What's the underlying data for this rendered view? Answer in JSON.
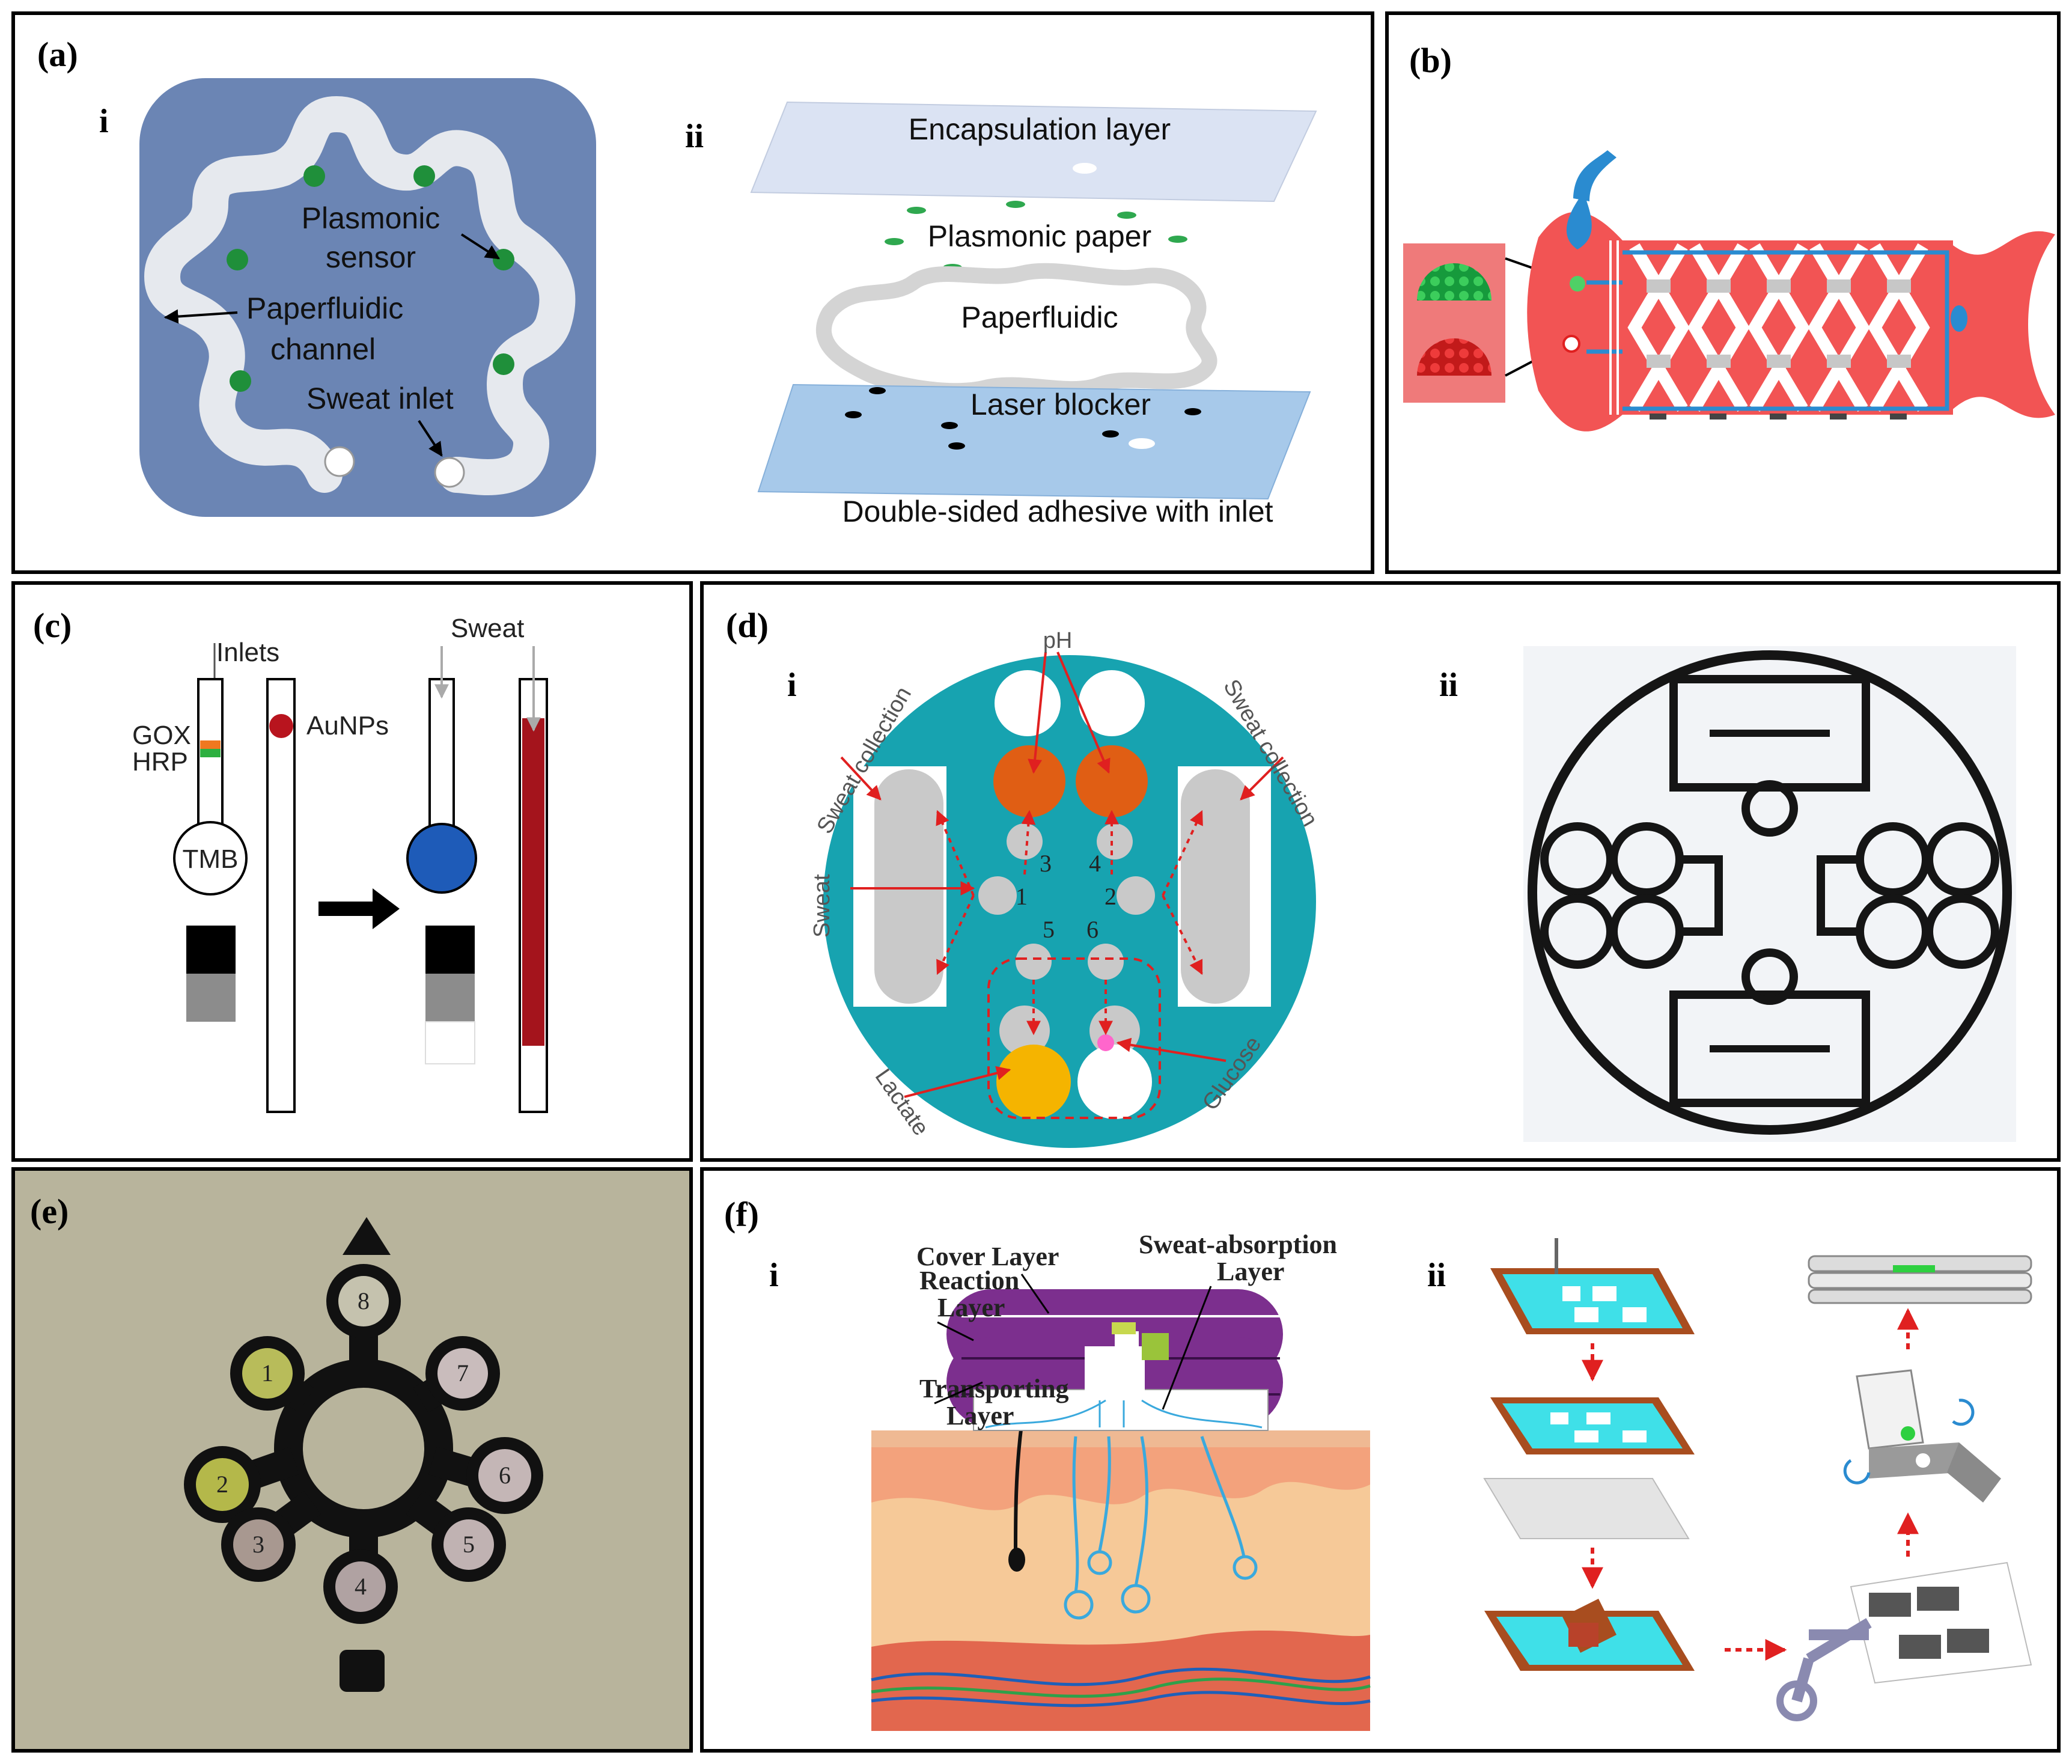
{
  "panels": {
    "a": {
      "label": "(a)",
      "sub_i": "i",
      "sub_ii": "ii",
      "plasmonic_sensor_l1": "Plasmonic",
      "plasmonic_sensor_l2": "sensor",
      "paperfluidic_channel_l1": "Paperfluidic",
      "paperfluidic_channel_l2": "channel",
      "sweat_inlet": "Sweat inlet",
      "encapsulation_layer": "Encapsulation layer",
      "plasmonic_paper": "Plasmonic paper",
      "paperfluidic": "Paperfluidic",
      "laser_blocker": "Laser blocker",
      "adhesive": "Double-sided adhesive with inlet"
    },
    "b": {
      "label": "(b)"
    },
    "c": {
      "label": "(c)",
      "inlets": "Inlets",
      "sweat": "Sweat",
      "gox": "GOX",
      "hrp": "HRP",
      "aunps": "AuNPs",
      "tmb": "TMB"
    },
    "d": {
      "label": "(d)",
      "sub_i": "i",
      "sub_ii": "ii",
      "ph": "pH",
      "sweat_collection_left": "Sweat collection",
      "sweat_collection_right": "Sweat collection",
      "sweat": "Sweat",
      "lactate": "Lactate",
      "glucose": "Glucose",
      "numbers": [
        "1",
        "2",
        "3",
        "4",
        "5",
        "6"
      ]
    },
    "e": {
      "label": "(e)",
      "wells": [
        "1",
        "2",
        "3",
        "4",
        "5",
        "6",
        "7",
        "8"
      ]
    },
    "f": {
      "label": "(f)",
      "sub_i": "i",
      "sub_ii": "ii",
      "cover_layer": "Cover Layer",
      "reaction_layer_l1": "Reaction",
      "reaction_layer_l2": "Layer",
      "transporting_layer_l1": "Transporting",
      "transporting_layer_l2": "Layer",
      "sweat_absorption_l1": "Sweat-absorption",
      "sweat_absorption_l2": "Layer"
    }
  },
  "colors": {
    "panel_a_bg": "#6b85b4",
    "panel_d_teal": "#17a3b0",
    "panel_e_bg": "#b8b49c",
    "sensor_green": "#1f8f3a",
    "fish_red": "#f25454",
    "fluid_blue": "#2a8bd0"
  }
}
